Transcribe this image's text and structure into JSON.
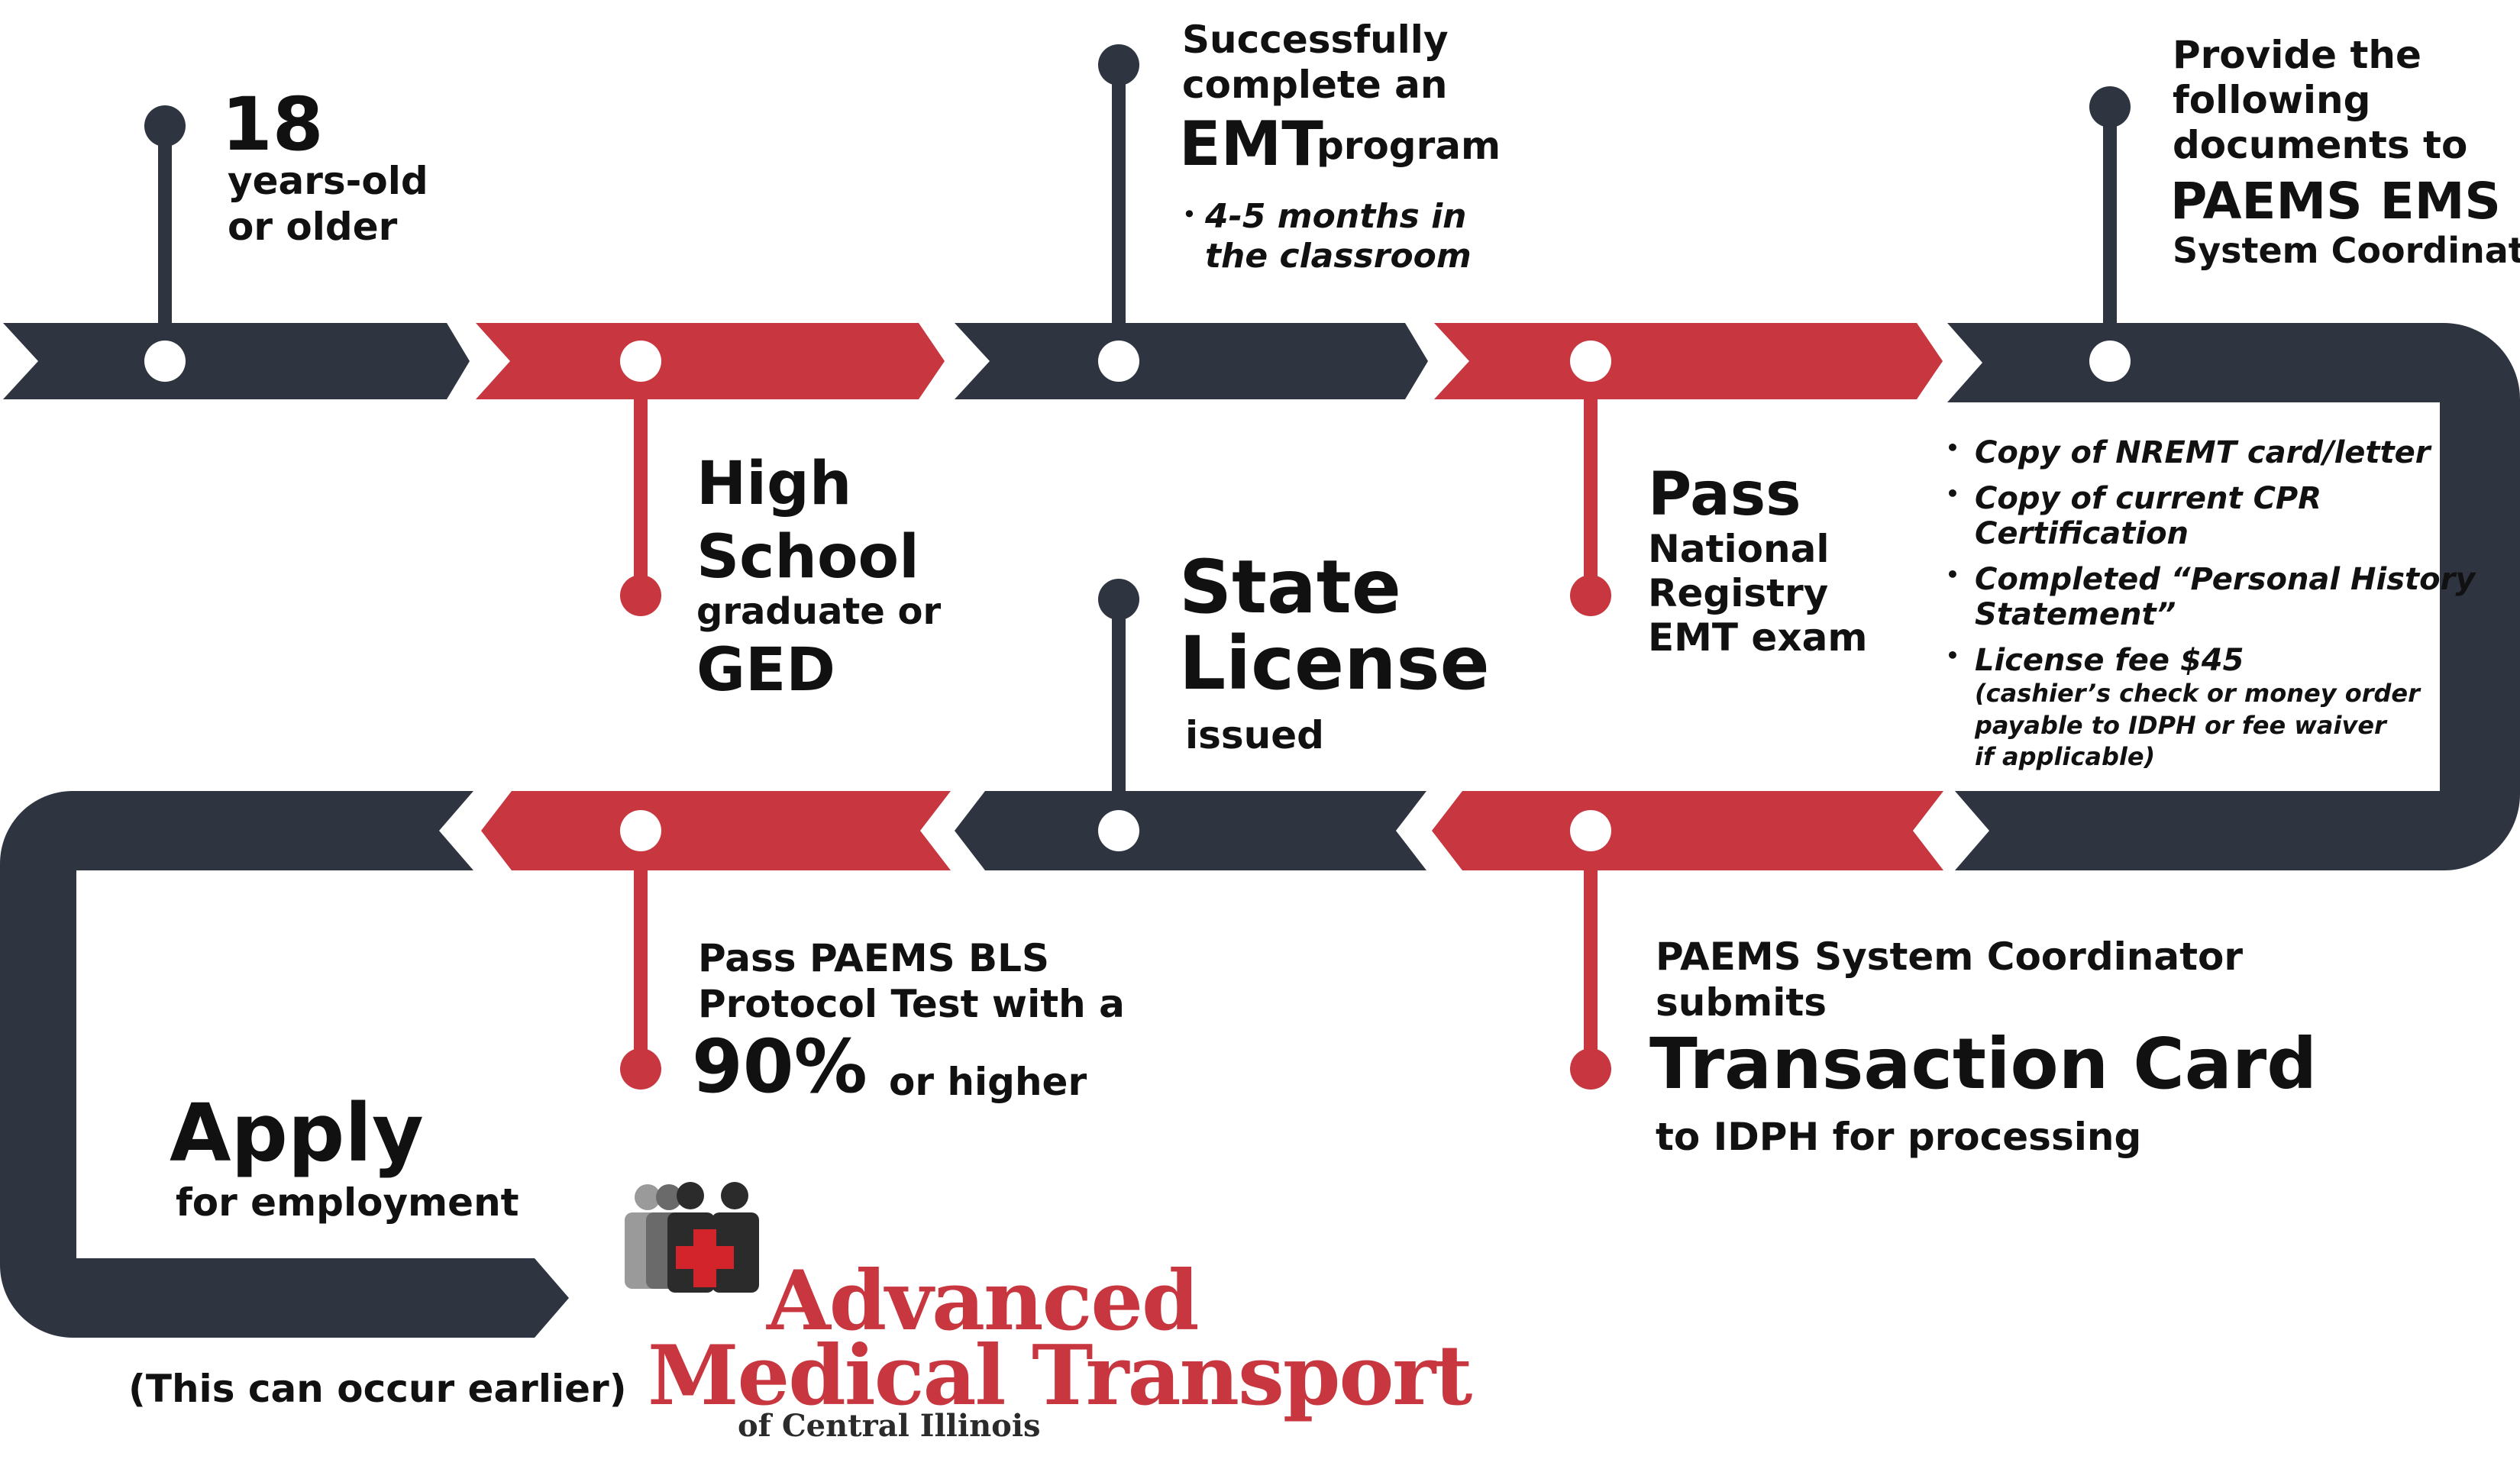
{
  "colors": {
    "navy": "#2f3441",
    "red": "#c8363f",
    "dot": "#ffffff"
  },
  "steps": {
    "age": {
      "number": "18",
      "line1": "years-old",
      "line2": "or older"
    },
    "high_school": {
      "line1": "High",
      "line2": "School",
      "line3": "graduate or",
      "line4": "GED"
    },
    "emt_program": {
      "line1": "Successfully",
      "line2": "complete an",
      "big": "EMT",
      "small": "program",
      "bullet1": "4-5 months in",
      "bullet2": "the classroom"
    },
    "national_registry": {
      "big": "Pass",
      "line1": "National",
      "line2": "Registry",
      "line3": "EMT exam"
    },
    "documents": {
      "line1": "Provide the",
      "line2": "following",
      "line3": "documents to",
      "big": "PAEMS EMS",
      "line4": "System Coordinator",
      "items": [
        {
          "text": "Copy of NREMT card/letter"
        },
        {
          "text": "Copy of current CPR Certification"
        },
        {
          "text": "Completed “Personal History",
          "text2": "Statement”"
        },
        {
          "text": "License fee $45",
          "sub1": "(cashier’s check or money order",
          "sub2": "payable to IDPH or fee waiver",
          "sub3": "if applicable)"
        }
      ]
    },
    "transaction_card": {
      "line1": "PAEMS System Coordinator",
      "line2": "submits",
      "big": "Transaction Card",
      "line3": "to IDPH for processing"
    },
    "state_license": {
      "line1": "State",
      "line2": "License",
      "small": "issued"
    },
    "protocol_test": {
      "line1": "Pass PAEMS BLS",
      "line2": "Protocol Test with a",
      "big": "90%",
      "small": "or higher"
    },
    "apply": {
      "big": "Apply",
      "small": "for employment",
      "note": "(This can occur earlier)"
    }
  },
  "logo": {
    "line1": "Advanced",
    "line2": "Medical Transport",
    "line3": "of Central Illinois",
    "icon": "people-red-cross-icon"
  }
}
